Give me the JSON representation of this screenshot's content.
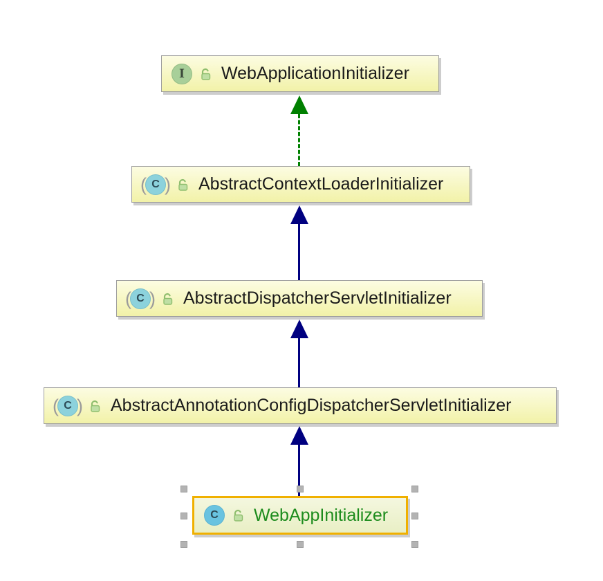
{
  "theme": {
    "node_fill_top": "#FCFCE2",
    "node_fill_bottom": "#F2F2A8",
    "node_border": "#9E9E9E",
    "selected_fill_top": "#F4F7DF",
    "selected_fill_bottom": "#E9EFC5",
    "selection_border": "#F0B000",
    "selection_handle": "#B3B3B3",
    "generalization_color": "#000080",
    "realization_color": "#008000",
    "text_color": "#1B1B1B",
    "selected_text_color": "#1D8C1D"
  },
  "nodes": [
    {
      "name": "WebApplicationInitializer",
      "kind": "interface",
      "icon_letter": "I",
      "visibility": "public",
      "selected": false
    },
    {
      "name": "AbstractContextLoaderInitializer",
      "kind": "abstract-class",
      "icon_letter": "C",
      "paren_open": "(",
      "paren_close": ")",
      "visibility": "public",
      "selected": false
    },
    {
      "name": "AbstractDispatcherServletInitializer",
      "kind": "abstract-class",
      "icon_letter": "C",
      "paren_open": "(",
      "paren_close": ")",
      "visibility": "public",
      "selected": false
    },
    {
      "name": "AbstractAnnotationConfigDispatcherServletInitializer",
      "kind": "abstract-class",
      "icon_letter": "C",
      "paren_open": "(",
      "paren_close": ")",
      "visibility": "public",
      "selected": false
    },
    {
      "name": "WebAppInitializer",
      "kind": "class",
      "icon_letter": "C",
      "visibility": "public",
      "selected": true
    }
  ],
  "edges": [
    {
      "from": "AbstractContextLoaderInitializer",
      "to": "WebApplicationInitializer",
      "type": "realization",
      "style": "dashed",
      "color": "#008000"
    },
    {
      "from": "AbstractDispatcherServletInitializer",
      "to": "AbstractContextLoaderInitializer",
      "type": "generalization",
      "style": "solid",
      "color": "#000080"
    },
    {
      "from": "AbstractAnnotationConfigDispatcherServletInitializer",
      "to": "AbstractDispatcherServletInitializer",
      "type": "generalization",
      "style": "solid",
      "color": "#000080"
    },
    {
      "from": "WebAppInitializer",
      "to": "AbstractAnnotationConfigDispatcherServletInitializer",
      "type": "generalization",
      "style": "solid",
      "color": "#000080"
    }
  ]
}
